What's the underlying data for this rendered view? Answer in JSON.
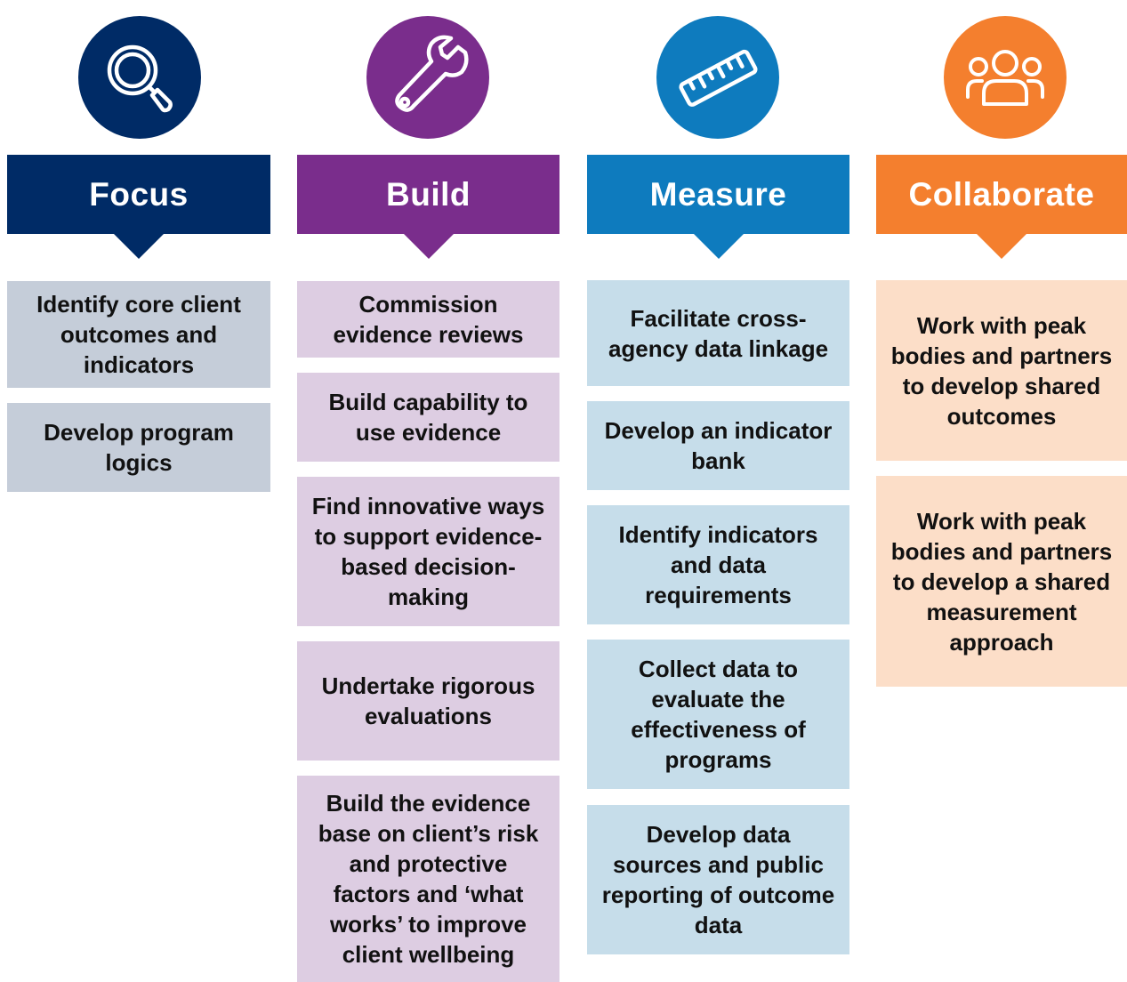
{
  "colors": {
    "focus": "#002B66",
    "build": "#7A2D8C",
    "measure": "#0E7BBE",
    "collaborate": "#F47F2E",
    "focus_card": "#C5CDD9",
    "build_card": "#DDCDE2",
    "measure_card": "#C6DDEA",
    "collaborate_card": "#FCDEC8"
  },
  "columns": [
    {
      "id": "focus",
      "title": "Focus",
      "icon": "magnifying-glass-icon",
      "cards": [
        "Identify core client outcomes and indicators",
        "Develop program logics"
      ]
    },
    {
      "id": "build",
      "title": "Build",
      "icon": "wrench-icon",
      "cards": [
        "Commission evidence reviews",
        "Build capability to use evidence",
        "Find innovative ways to support evidence-based decision-making",
        "Undertake rigorous evaluations",
        "Build the evidence base on client’s risk and protective factors and ‘what works’ to improve client wellbeing"
      ]
    },
    {
      "id": "measure",
      "title": "Measure",
      "icon": "ruler-icon",
      "cards": [
        "Facilitate cross-agency data linkage",
        "Develop an indicator bank",
        "Identify indicators and data requirements",
        "Collect data to evaluate the effectiveness of programs",
        "Develop data sources and public reporting of outcome data"
      ]
    },
    {
      "id": "collaborate",
      "title": "Collaborate",
      "icon": "people-group-icon",
      "cards": [
        "Work with peak bodies and partners to develop shared outcomes",
        "Work with peak bodies and partners to develop a shared measurement approach"
      ]
    }
  ]
}
